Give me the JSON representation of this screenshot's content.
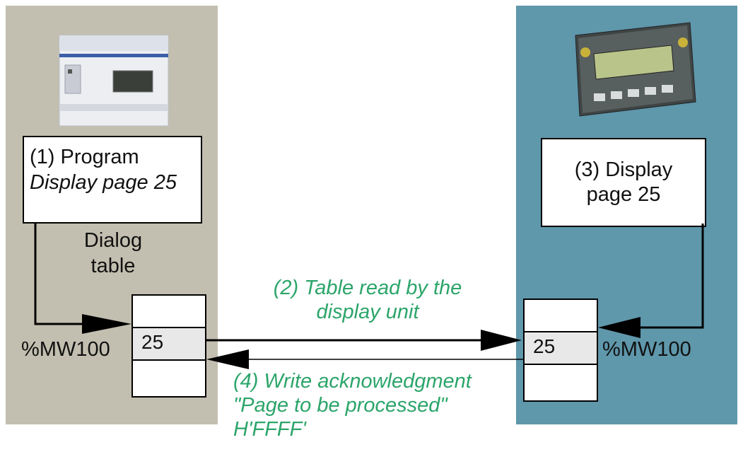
{
  "program_box": {
    "line1": "(1) Program",
    "line2": "Display page 25"
  },
  "display_box": {
    "text": "(3) Display\npage 25"
  },
  "dialog_table_label": "Dialog\ntable",
  "register_left": "%MW100",
  "register_right": "%MW100",
  "table_left_value": "25",
  "table_right_value": "25",
  "note_read": "(2) Table read by the\ndisplay unit",
  "note_write": {
    "line1": "(4) Write acknowledgment",
    "line2": "\"Page to be processed\"",
    "line3": "H'FFFF'"
  },
  "colors": {
    "left_panel": "#c3bfb0",
    "right_panel": "#5f97ab",
    "note_text": "#2ca56a"
  },
  "icons": [
    "plc-controller-icon",
    "display-terminal-icon"
  ]
}
